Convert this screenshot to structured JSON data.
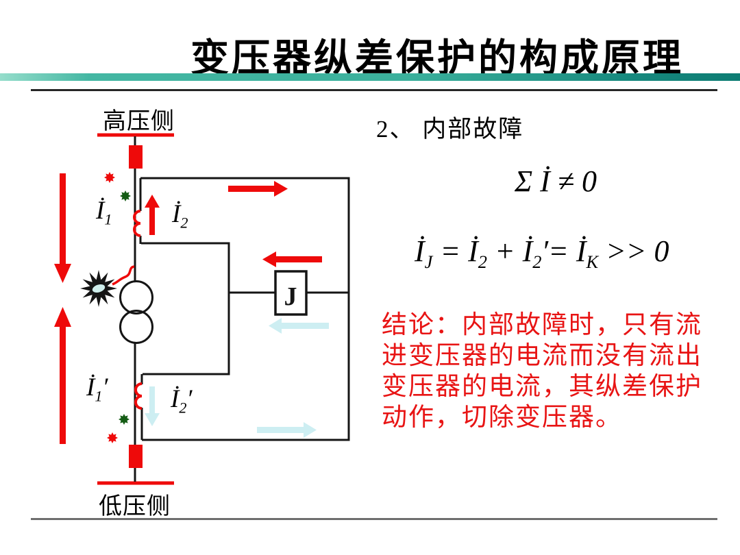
{
  "slide": {
    "title": "变压器纵差保护的构成原理",
    "section_heading": "2、 内部故障",
    "accent_color": "#3bb09c",
    "red": "#ee0a0a",
    "pale_blue": "#cdeef2",
    "dark_green": "#145c14"
  },
  "diagram": {
    "high_side_label": "高压侧",
    "low_side_label": "低压侧",
    "relay_label": "J",
    "current_labels": {
      "i1": [
        {
          "t": "İ"
        },
        {
          "s": "1"
        }
      ],
      "i2": [
        {
          "t": "İ"
        },
        {
          "s": "2"
        }
      ],
      "i1_prime": [
        {
          "t": "İ"
        },
        {
          "s": "1"
        },
        {
          "t": "′"
        }
      ],
      "i2_prime": [
        {
          "t": "İ"
        },
        {
          "s": "2"
        },
        {
          "t": "′"
        }
      ]
    }
  },
  "formulas": {
    "sum_nonzero": [
      {
        "t": "Σ "
      },
      {
        "t": "İ"
      },
      {
        "t": " ≠ 0"
      }
    ],
    "relay_current": [
      {
        "t": "İ"
      },
      {
        "s": "J"
      },
      {
        "t": " = "
      },
      {
        "t": "İ"
      },
      {
        "s": "2"
      },
      {
        "t": " + "
      },
      {
        "t": "İ"
      },
      {
        "s": "2"
      },
      {
        "t": "′= "
      },
      {
        "t": "İ"
      },
      {
        "s": "K"
      },
      {
        "t": " >> 0"
      }
    ]
  },
  "conclusion": {
    "lines": [
      "结论：内部故障时，只有流",
      "进变压器的电流而没有流出",
      "变压器的电流，其纵差保护",
      "动作，切除变压器。"
    ]
  }
}
